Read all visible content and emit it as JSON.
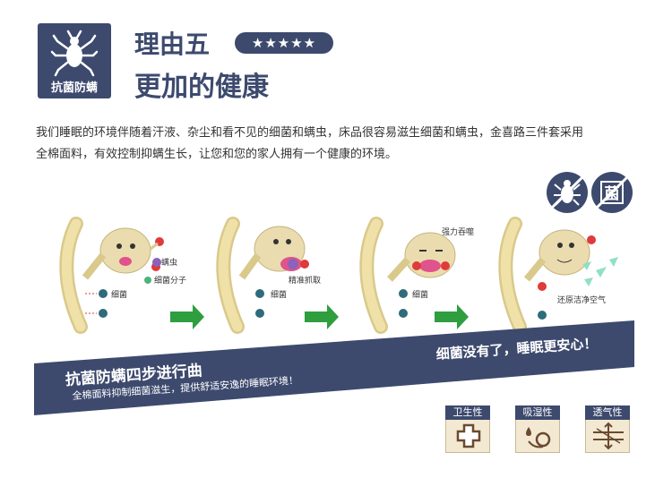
{
  "header": {
    "badge_label": "抗菌防螨",
    "reason_title": "理由五",
    "stars": "★★★★★",
    "heading": "更加的健康"
  },
  "description": {
    "line1": "我们睡眠的环境伴随着汗液、杂尘和看不见的细菌和螨虫，床品很容易滋生细菌和螨虫，金喜路三件套采用",
    "line2": "全棉面料，有效控制抑螨生长，让您和您的家人拥有一个健康的环境。"
  },
  "top_icons": [
    "mite-icon",
    "bacteria-icon"
  ],
  "top_icons_text": {
    "bacteria": "菌"
  },
  "steps": {
    "step1": {
      "mite": "螨虫",
      "molecule": "细菌分子",
      "bacteria": "细菌"
    },
    "step2": {
      "bacteria": "细菌",
      "catch": "精准抓取"
    },
    "step3": {
      "bacteria": "细菌",
      "swallow": "强力吞噬"
    },
    "step4": {
      "air": "还原洁净空气"
    }
  },
  "banner": {
    "title": "抗菌防螨四步进行曲",
    "subtitle": "全棉面料抑制细菌滋生，提供舒适安逸的睡眠环境！",
    "right_text": "细菌没有了，睡眠更安心！"
  },
  "features": [
    {
      "label": "卫生性",
      "icon": "cross-icon"
    },
    {
      "label": "吸湿性",
      "icon": "moisture-icon"
    },
    {
      "label": "透气性",
      "icon": "airflow-icon"
    }
  ],
  "colors": {
    "navy": "#3d4a6e",
    "green": "#2e9e3f",
    "arm": "#f0e1a8",
    "character": "#eadcae"
  }
}
